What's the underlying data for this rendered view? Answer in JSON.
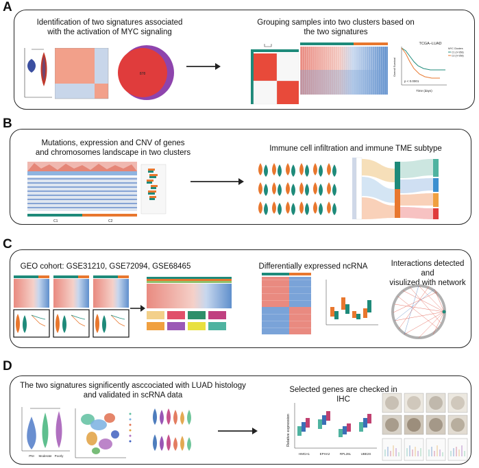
{
  "panels": {
    "A": {
      "label": "A",
      "left_text": "Identification of two signatures associated\nwith the activation of MYC signaling",
      "right_text": "Grouping samples into two clusters based on\nthe two signatures",
      "km_title": "TCGA–LUAD",
      "km_pvalue": "p < 0.0001",
      "km_xlabel": "Time (days)",
      "km_ylabel": "Overall Survival",
      "km_legend_title": "MYC Clusters",
      "km_legend_c1": "C1 (n=268)",
      "km_legend_c2": "C2 (n=258)",
      "venn_center": "878"
    },
    "B": {
      "label": "B",
      "left_text": "Mutations, expression and CNV of  genes\nand chromosomes landscape in two clusters",
      "right_text": "Immune cell infiltration and immune TME subtype",
      "cluster1": "C1",
      "cluster2": "C2"
    },
    "C": {
      "label": "C",
      "left_text": "GEO cohort: GSE31210, GSE72094,  GSE68465",
      "middle_text": "Differentially expressed ncRNA",
      "right_text": "Interactions  detected and\nvisulized with network"
    },
    "D": {
      "label": "D",
      "left_text": "The two signatures significently asccociated with LUAD histology\nand validated in scRNA data",
      "right_text": "Selected genes are checked in IHC",
      "ylabel": "Relative expression",
      "genes": [
        "HMGA1",
        "EPHA2",
        "RPL28L",
        "UBE2S"
      ],
      "violin_groups": [
        "PNI",
        "Moderate",
        "Poorly"
      ]
    }
  },
  "colors": {
    "orange": "#e8772e",
    "teal": "#1e8a7a",
    "red": "#e03c3c",
    "blue": "#3b6fb6",
    "purple": "#8e44ad"
  }
}
